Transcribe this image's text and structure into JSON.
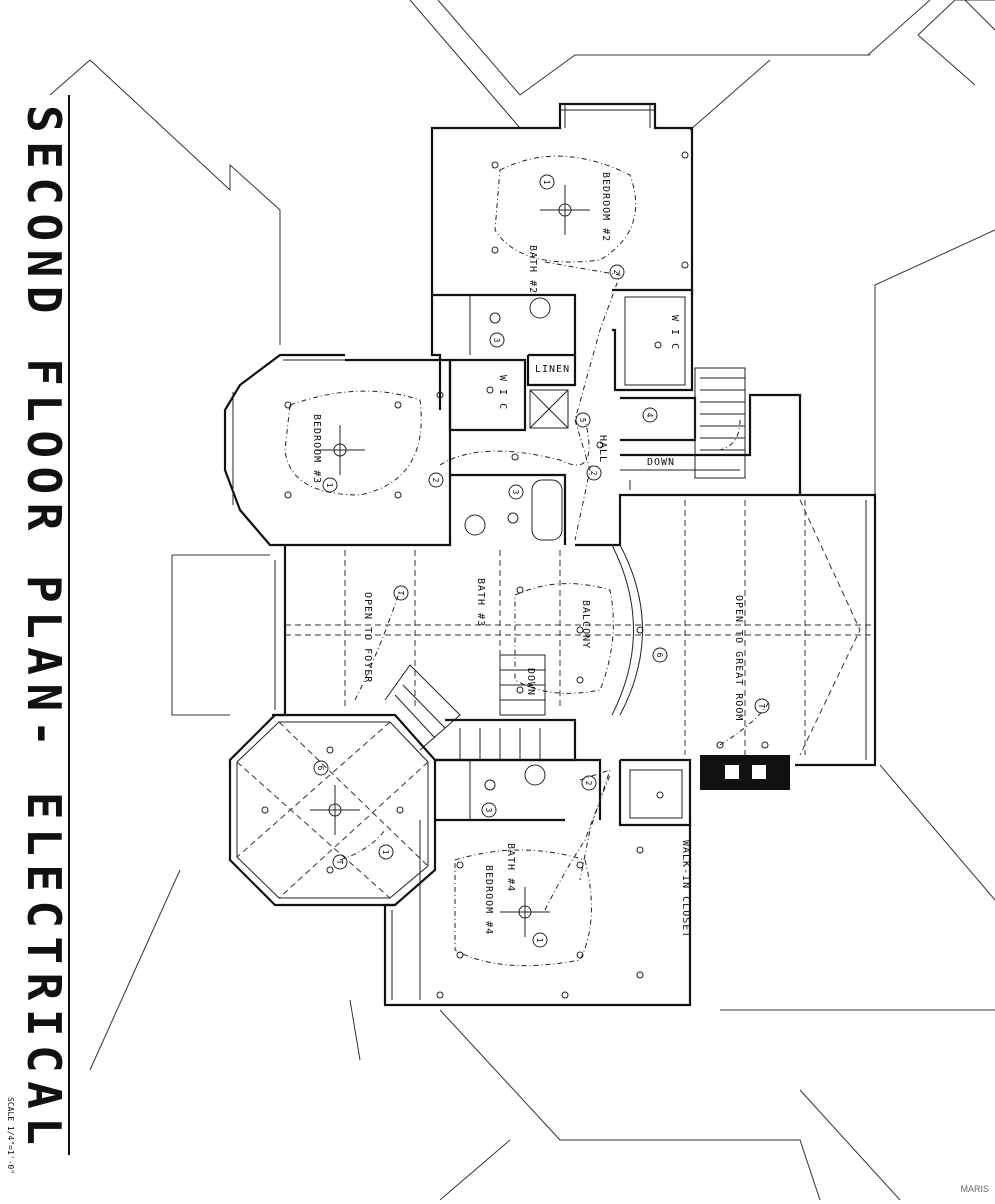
{
  "title": "SECOND FLOOR PLAN- ELECTRICAL",
  "scale": "SCALE 1/4\"=1'-0\"",
  "watermark": "MARIS",
  "rooms": {
    "bedroom2": "BEDROOM #2",
    "bath2": "BATH #2",
    "wic": "W I C",
    "linen": "LINEN",
    "wic2": "W I C",
    "bedroom3": "BEDROOM #3",
    "hall": "HALL",
    "down1": "DOWN",
    "bath3": "BATH #3",
    "open_foyer": "OPEN TO FOYER",
    "balcony": "BALCONY",
    "open_great": "OPEN TO GREAT ROOM",
    "down2": "DOWN",
    "bath4": "BATH #4",
    "bedroom4": "BEDROOM #4",
    "walkin": "WALK-IN CLOSET"
  },
  "fixture_tags": [
    "1",
    "2",
    "2",
    "3",
    "4",
    "5",
    "1",
    "2",
    "3",
    "T",
    "6",
    "3",
    "1",
    "6",
    "2",
    "T",
    "1",
    "T"
  ]
}
